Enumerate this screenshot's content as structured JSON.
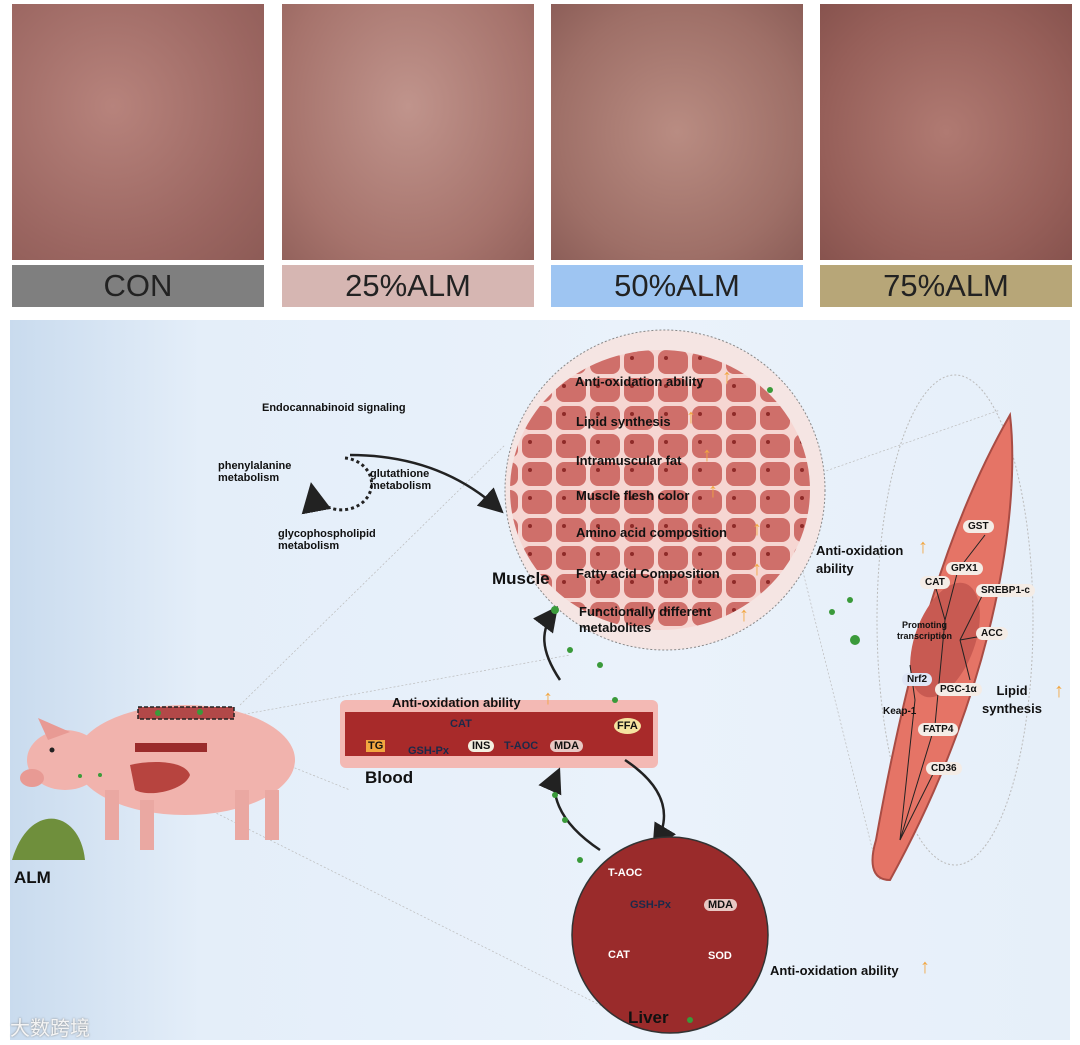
{
  "panels": [
    {
      "label": "CON",
      "color": "#7f7f7f"
    },
    {
      "label": "25%ALM",
      "color": "#d6b6b2"
    },
    {
      "label": "50%ALM",
      "color": "#9ec5f2"
    },
    {
      "label": "75%ALM",
      "color": "#b7a678"
    }
  ],
  "metabolism": {
    "title": "Endocannabinoid signaling",
    "left": "phenylalanine\nmetabolism",
    "right": "glutathione\nmetabolism",
    "bottom": "glycophospholipid\nmetabolism"
  },
  "muscle": {
    "label": "Muscle",
    "items": [
      "Anti-oxidation ability",
      "Lipid synthesis",
      "Intramuscular fat",
      "Muscle flesh color",
      "Amino acid composition",
      "Fatty acid Composition",
      "Functionally different\nmetabolites"
    ]
  },
  "blood": {
    "label": "Blood",
    "title": "Anti-oxidation ability",
    "markers": [
      "TG",
      "GSH-Px",
      "CAT",
      "INS",
      "T-AOC",
      "MDA",
      "FFA"
    ]
  },
  "liver": {
    "label": "Liver",
    "markers": [
      "T-AOC",
      "GSH-Px",
      "MDA",
      "CAT",
      "SOD"
    ],
    "note": "Anti-oxidation ability"
  },
  "pig": {
    "feed_label": "ALM"
  },
  "fiber": {
    "anti_label": "Anti-oxidation\nability",
    "lipid_label": "Lipid\nsynthesis",
    "genes": [
      "GST",
      "GPX1",
      "CAT",
      "SREBP1-c",
      "ACC",
      "Nrf2",
      "PGC-1α",
      "Keap-1",
      "FATP4",
      "CD36"
    ],
    "center_text": "Promoting\ntranscription"
  },
  "watermark": "大数跨境",
  "colors": {
    "up_arrow": "#f2a640",
    "down_arrow": "#2f8f7a",
    "tissue": "#c0504d",
    "green_dot": "#3a9a3a"
  }
}
